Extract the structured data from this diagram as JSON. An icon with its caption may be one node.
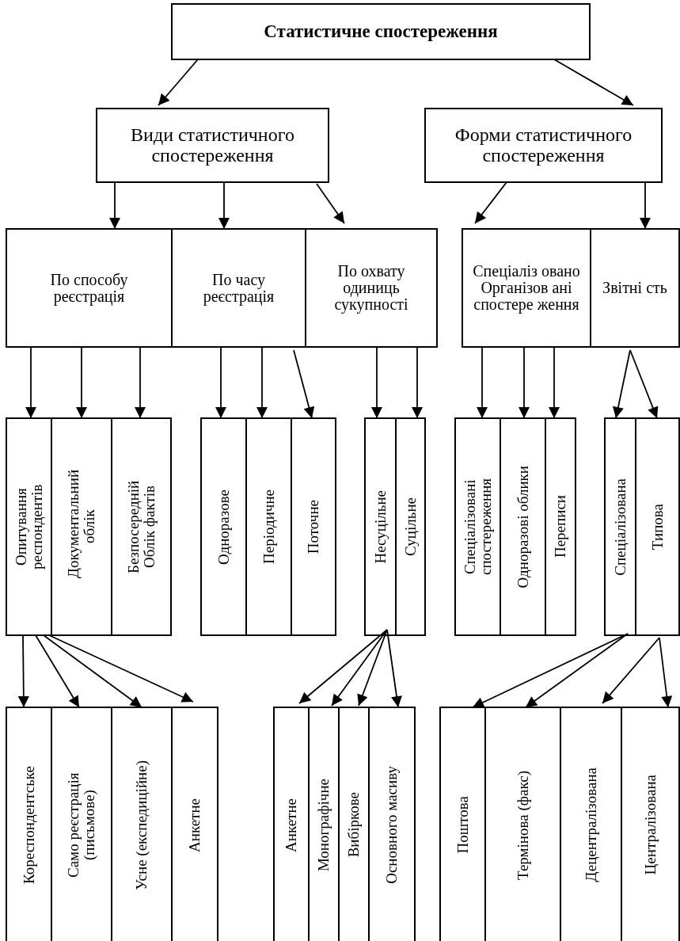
{
  "diagram": {
    "nodes": [
      {
        "text": [
          "Статистичне спостереження"
        ]
      },
      {
        "text": [
          "Види статистичного спостереження"
        ]
      },
      {
        "text": [
          "Форми статистичного спостереження"
        ]
      },
      {
        "text": [
          "По способу реєстрація"
        ]
      },
      {
        "text": [
          "По часу реєстрація"
        ]
      },
      {
        "text": [
          "По охвату одиниць сукупності"
        ]
      },
      {
        "text": [
          "Спеціаліз овано Організов ані спостере ження"
        ]
      },
      {
        "text": [
          "Звітні сть"
        ]
      },
      {
        "text": [
          "Опитування респондентів"
        ]
      },
      {
        "text": [
          "Документальний облік"
        ]
      },
      {
        "text": [
          "Безпосередній Облік фактів"
        ]
      },
      {
        "text": [
          "Одноразове"
        ]
      },
      {
        "text": [
          "Періодичне"
        ]
      },
      {
        "text": [
          "Поточне"
        ]
      },
      {
        "text": [
          "Несуцільне"
        ]
      },
      {
        "text": [
          "Суцільне"
        ]
      },
      {
        "text": [
          "Спеціалізовані спостереження"
        ]
      },
      {
        "text": [
          "Одноразові облики"
        ]
      },
      {
        "text": [
          "Переписи"
        ]
      },
      {
        "text": [
          "Спеціалізована"
        ]
      },
      {
        "text": [
          "Типова"
        ]
      },
      {
        "text": [
          "Кореспондентське"
        ]
      },
      {
        "text": [
          "Само реєстрація (письмове)"
        ]
      },
      {
        "text": [
          "Усне (експедиційне)"
        ]
      },
      {
        "text": [
          "Анкетне"
        ]
      },
      {
        "text": [
          "Анкетне"
        ]
      },
      {
        "text": [
          "Монографічне"
        ]
      },
      {
        "text": [
          "Вибіркове"
        ]
      },
      {
        "text": [
          "Основного масиву"
        ]
      },
      {
        "text": [
          "Поштова"
        ]
      },
      {
        "text": [
          "Термінова (факс)"
        ]
      },
      {
        "text": [
          "Децентралізована"
        ]
      },
      {
        "text": [
          "Централізована"
        ]
      }
    ],
    "edges": [
      {
        "from": 0,
        "to": 1,
        "arrow": "to"
      },
      {
        "from": 0,
        "to": 2,
        "arrow": "to"
      },
      {
        "from": 1,
        "to": 3,
        "arrow": "to"
      },
      {
        "from": 1,
        "to": 4,
        "arrow": "to"
      },
      {
        "from": 1,
        "to": 5,
        "arrow": "to"
      },
      {
        "from": 2,
        "to": 6,
        "arrow": "to"
      },
      {
        "from": 2,
        "to": 7,
        "arrow": "to"
      },
      {
        "from": 3,
        "to": 8,
        "arrow": "to"
      },
      {
        "from": 3,
        "to": 9,
        "arrow": "to"
      },
      {
        "from": 3,
        "to": 10,
        "arrow": "to"
      },
      {
        "from": 4,
        "to": 11,
        "arrow": "to"
      },
      {
        "from": 4,
        "to": 12,
        "arrow": "to"
      },
      {
        "from": 4,
        "to": 13,
        "arrow": "to"
      },
      {
        "from": 5,
        "to": 14,
        "arrow": "to"
      },
      {
        "from": 5,
        "to": 15,
        "arrow": "to"
      },
      {
        "from": 6,
        "to": 16,
        "arrow": "to"
      },
      {
        "from": 6,
        "to": 17,
        "arrow": "to"
      },
      {
        "from": 6,
        "to": 18,
        "arrow": "to"
      },
      {
        "from": 7,
        "to": 19,
        "arrow": "to"
      },
      {
        "from": 7,
        "to": 20,
        "arrow": "to"
      },
      {
        "from": 8,
        "to": 21,
        "arrow": "to"
      },
      {
        "from": 8,
        "to": 22,
        "arrow": "to"
      },
      {
        "from": 8,
        "to": 23,
        "arrow": "to"
      },
      {
        "from": 8,
        "to": 24,
        "arrow": "to"
      },
      {
        "from": 14,
        "to": 25,
        "arrow": "to"
      },
      {
        "from": 14,
        "to": 26,
        "arrow": "to"
      },
      {
        "from": 14,
        "to": 27,
        "arrow": "to"
      },
      {
        "from": 14,
        "to": 28,
        "arrow": "to"
      },
      {
        "from": 19,
        "to": 29,
        "arrow": "to"
      },
      {
        "from": 19,
        "to": 30,
        "arrow": "to"
      },
      {
        "from": 20,
        "to": 31,
        "arrow": "to"
      },
      {
        "from": 20,
        "to": 32,
        "arrow": "to"
      }
    ]
  }
}
